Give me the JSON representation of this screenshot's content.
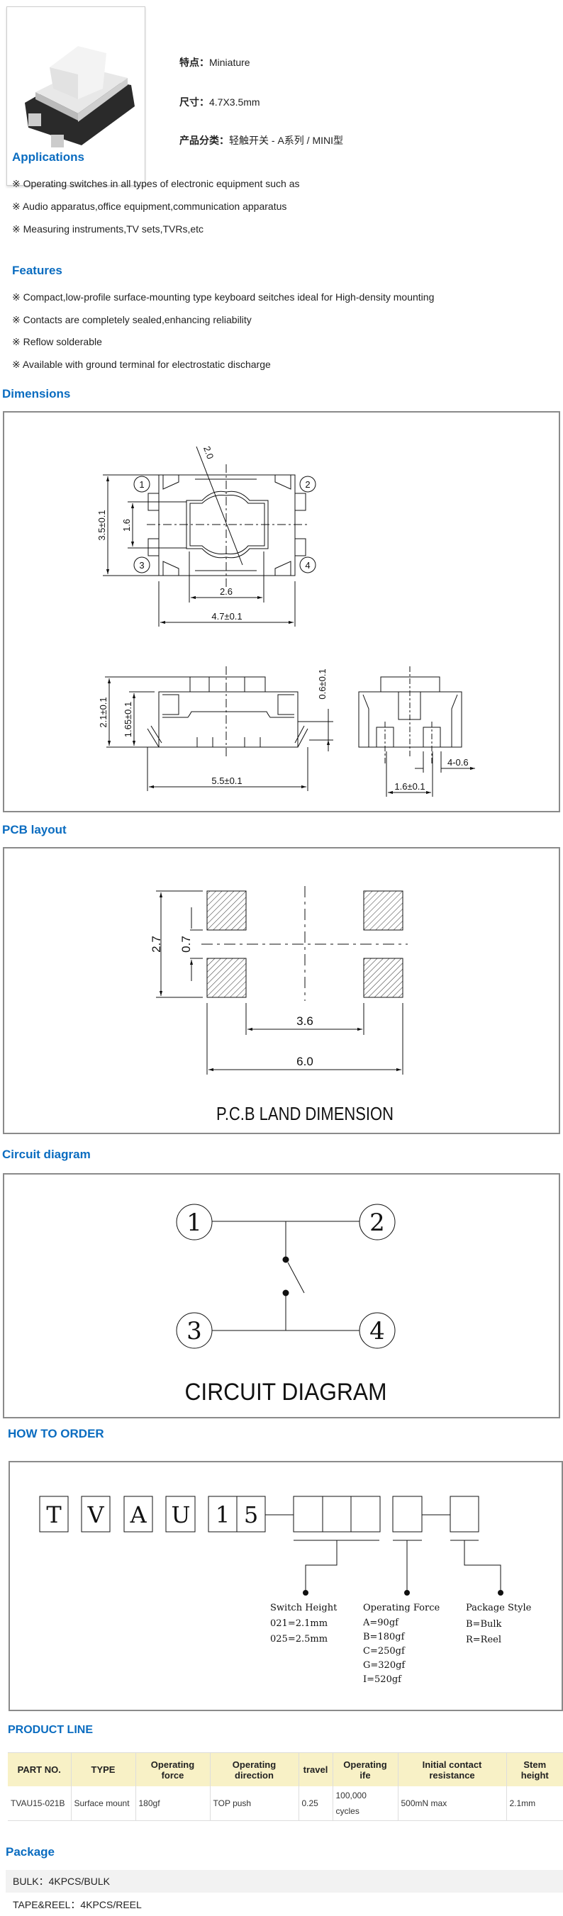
{
  "product": {
    "specs": [
      {
        "label": "特点：",
        "value": "Miniature"
      },
      {
        "label": "尺寸：",
        "value": "4.7X3.5mm"
      },
      {
        "label": "产品分类：",
        "value": "轻触开关 - A系列 / MINI型"
      }
    ]
  },
  "applications": {
    "title": "Applications",
    "items": [
      "※ Operating switches in all types of electronic equipment such as",
      "※ Audio apparatus,office equipment,communication apparatus",
      "※ Measuring instruments,TV sets,TVRs,etc"
    ]
  },
  "features": {
    "title": "Features",
    "items": [
      "※ Compact,low-profile surface-mounting type keyboard seitches ideal for High-density mounting",
      "※ Contacts are completely sealed,enhancing reliability",
      "※ Reflow solderable",
      "※ Available with ground terminal for electrostatic discharge"
    ]
  },
  "dimensions": {
    "title": "Dimensions",
    "labels": {
      "diam": "2.0",
      "height35": "3.5±0.1",
      "pitch16": "1.6",
      "w26": "2.6",
      "w47": "4.7±0.1",
      "h21": "2.1±0.1",
      "h165": "1.65±0.1",
      "h06": "0.6±0.1",
      "w55": "5.5±0.1",
      "pin": "4-0.6",
      "w16": "1.6±0.1"
    },
    "pins": [
      "1",
      "2",
      "3",
      "4"
    ]
  },
  "pcb": {
    "title": "PCB layout",
    "labels": {
      "h27": "2.7",
      "h07": "0.7",
      "w36": "3.6",
      "w60": "6.0"
    },
    "caption": "P.C.B LAND DIMENSION"
  },
  "circuit": {
    "title": "Circuit diagram",
    "pins": [
      "1",
      "2",
      "3",
      "4"
    ],
    "caption": "CIRCUIT DIAGRAM"
  },
  "order": {
    "title": "HOW TO ORDER",
    "letters": [
      "T",
      "V",
      "A",
      "U",
      "1",
      "5"
    ],
    "groups": [
      {
        "title": "Switch Height",
        "options": [
          "021=2.1mm",
          "025=2.5mm"
        ]
      },
      {
        "title": "Operating Force",
        "options": [
          "A=90gf",
          "B=180gf",
          "C=250gf",
          "G=320gf",
          "I=520gf"
        ]
      },
      {
        "title": "Package Style",
        "options": [
          "B=Bulk",
          "R=Reel"
        ]
      }
    ]
  },
  "product_line": {
    "title": "PRODUCT LINE",
    "headers": [
      [
        "PART NO."
      ],
      [
        "TYPE"
      ],
      [
        "Operating",
        "force"
      ],
      [
        "Operating",
        "direction"
      ],
      [
        "travel"
      ],
      [
        "Operating",
        "ife"
      ],
      [
        "Initial contact",
        "resistance"
      ],
      [
        "Stem",
        "height"
      ]
    ],
    "rows": [
      {
        "part": "TVAU15-021B",
        "type": "Surface mount",
        "force": "180gf",
        "direction": "TOP push",
        "travel": "0.25",
        "life": [
          "100,000",
          "cycles"
        ],
        "resistance": "500mN max",
        "stem": "2.1mm"
      }
    ]
  },
  "package": {
    "title": "Package",
    "items": [
      "BULK：4KPCS/BULK",
      "TAPE&REEL：4KPCS/REEL"
    ]
  },
  "colors": {
    "heading": "#0a6cc0",
    "table_header": "#f8f1c6",
    "row_alt": "#f2f2f2"
  }
}
